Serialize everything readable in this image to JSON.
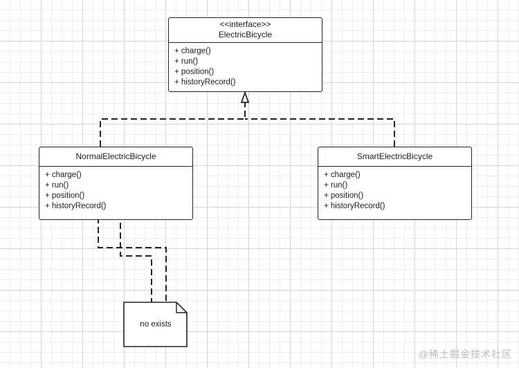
{
  "interface": {
    "stereotype": "<<interface>>",
    "name": "ElectricBicycle",
    "methods": [
      "+ charge()",
      "+ run()",
      "+ position()",
      "+ historyRecord()"
    ]
  },
  "normal": {
    "name": "NormalElectricBicycle",
    "methods": [
      "+ charge()",
      "+ run()",
      "+ position()",
      "+ historyRecord()"
    ]
  },
  "smart": {
    "name": "SmartElectricBicycle",
    "methods": [
      "+ charge()",
      "+ run()",
      "+ position()",
      "+ historyRecord()"
    ]
  },
  "note": {
    "text": "no exists"
  },
  "watermark": "@稀土掘金技术社区"
}
